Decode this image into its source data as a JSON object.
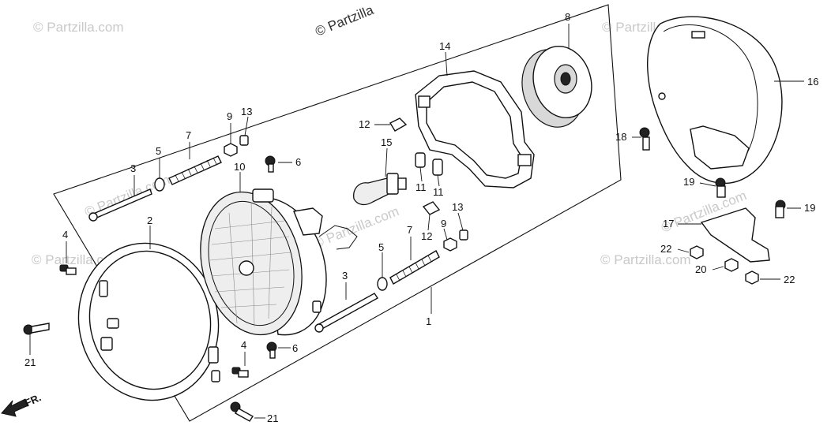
{
  "watermark": {
    "top_text": "© Partzilla",
    "repeat_text": "© Partzilla.com"
  },
  "direction_indicator": {
    "label": "FR."
  },
  "callouts": [
    "1",
    "2",
    "3",
    "3",
    "4",
    "4",
    "5",
    "5",
    "6",
    "6",
    "7",
    "7",
    "8",
    "9",
    "9",
    "10",
    "11",
    "11",
    "12",
    "12",
    "13",
    "13",
    "14",
    "15",
    "16",
    "17",
    "18",
    "19",
    "19",
    "20",
    "21",
    "21",
    "22",
    "22"
  ]
}
